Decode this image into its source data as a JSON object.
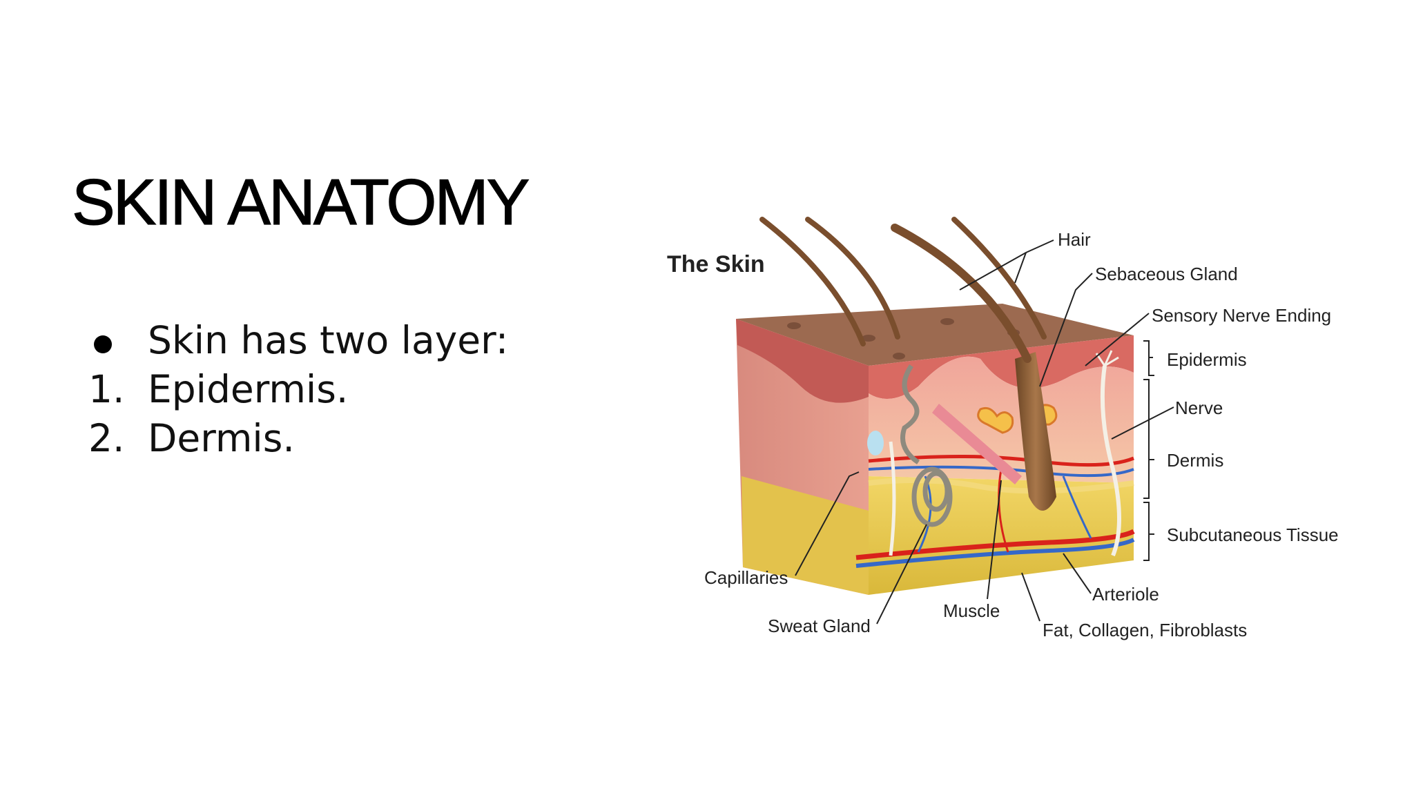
{
  "slide": {
    "title": "SKIN ANATOMY",
    "bullet_text": "Skin has two layer:",
    "list": [
      {
        "marker": "1.",
        "text": "Epidermis."
      },
      {
        "marker": "2.",
        "text": "Dermis."
      }
    ]
  },
  "diagram": {
    "title": "The Skin",
    "labels": {
      "hair": "Hair",
      "sebaceous_gland": "Sebaceous Gland",
      "sensory_nerve_ending": "Sensory Nerve Ending",
      "epidermis": "Epidermis",
      "nerve": "Nerve",
      "dermis": "Dermis",
      "subcutaneous_tissue": "Subcutaneous Tissue",
      "capillaries": "Capillaries",
      "sweat_gland": "Sweat Gland",
      "muscle": "Muscle",
      "arteriole": "Arteriole",
      "fat_collagen_fibroblasts": "Fat, Collagen, Fibroblasts"
    }
  }
}
